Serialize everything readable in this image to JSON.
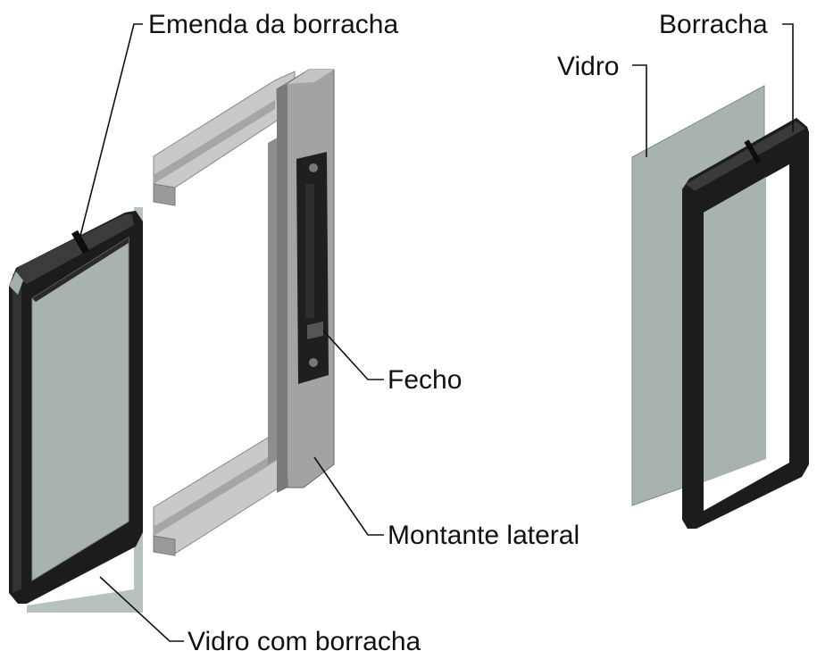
{
  "labels": {
    "rubber_joint": "Emenda da borracha",
    "rubber": "Borracha",
    "glass": "Vidro",
    "latch": "Fecho",
    "side_post": "Montante lateral",
    "glass_with_rubber": "Vidro com borracha"
  },
  "colors": {
    "rubber": "#1c1c1c",
    "rubber_edge": "#3a3a3a",
    "glass": "#a8b3ae",
    "glass_edge": "#7f8c87",
    "aluminium_light": "#c9c9c9",
    "aluminium_mid": "#9a9a9a",
    "aluminium_dark": "#6e6e6e",
    "latch_body": "#1f1f1f"
  }
}
